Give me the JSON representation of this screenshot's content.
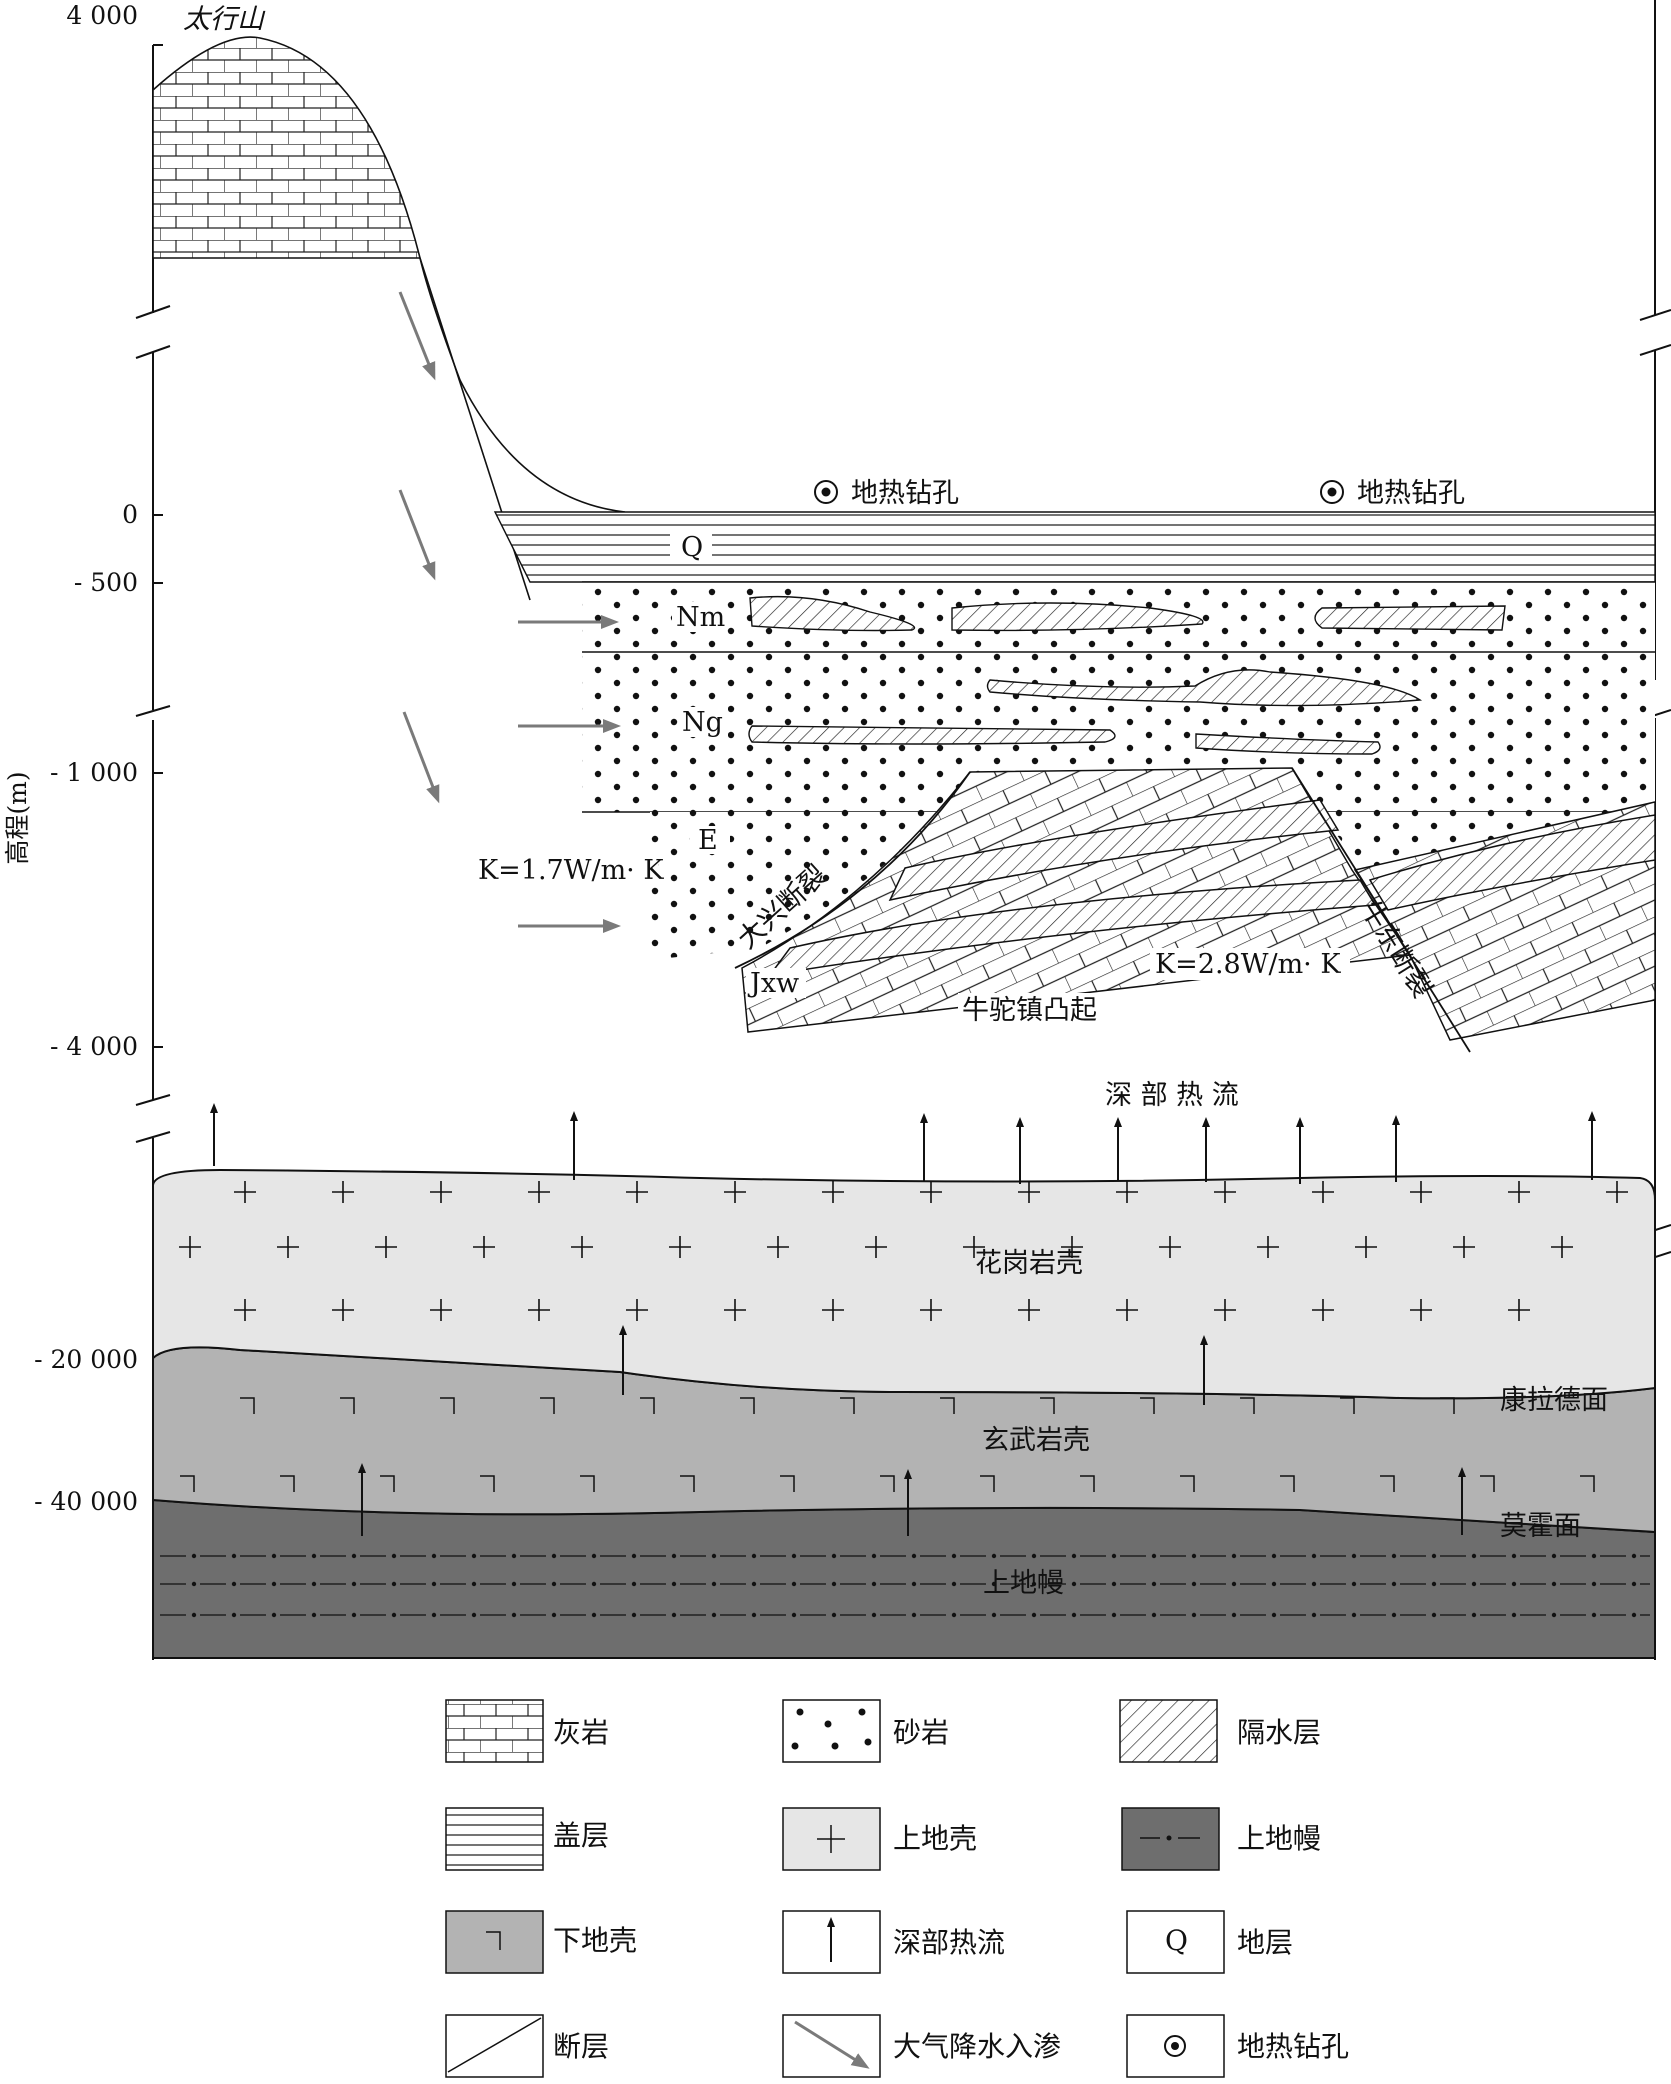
{
  "axis": {
    "title": "高程(m)",
    "ticks": [
      "4 000",
      "0",
      "- 500",
      "- 1 000",
      "- 4 000",
      "- 20 000",
      "- 40 000"
    ]
  },
  "labels": {
    "mountain": "太行山",
    "borehole1": "地热钻孔",
    "borehole2": "地热钻孔",
    "layer_q": "Q",
    "layer_nm": "Nm",
    "layer_ng": "Ng",
    "layer_e": "E",
    "layer_jxw": "Jxw",
    "k_left": "K=1.7W/m· K",
    "k_right": "K=2.8W/m· K",
    "daxing_fault": "大兴断裂",
    "niudong_fault": "牛东断裂",
    "uplift": "牛驼镇凸起",
    "deep_heat_flow": "深 部 热 流",
    "granite_crust": "花岗岩壳",
    "basalt_crust": "玄武岩壳",
    "conrad": "康拉德面",
    "moho": "莫霍面",
    "upper_mantle": "上地幔"
  },
  "legend": [
    {
      "key": "limestone",
      "label": "灰岩"
    },
    {
      "key": "sandstone",
      "label": "砂岩"
    },
    {
      "key": "aquiclude",
      "label": "隔水层"
    },
    {
      "key": "caprock",
      "label": "盖层"
    },
    {
      "key": "upper_crust",
      "label": "上地壳"
    },
    {
      "key": "upper_mantle",
      "label": "上地幔"
    },
    {
      "key": "lower_crust",
      "label": "下地壳"
    },
    {
      "key": "heat_flow",
      "label": "深部热流"
    },
    {
      "key": "stratum",
      "label": "地层",
      "symbol": "Q"
    },
    {
      "key": "fault",
      "label": "断层"
    },
    {
      "key": "infiltration",
      "label": "大气降水入渗"
    },
    {
      "key": "borehole",
      "label": "地热钻孔"
    }
  ],
  "colors": {
    "upper_crust": "#e6e6e6",
    "lower_crust": "#b3b3b3",
    "upper_mantle": "#6e6e6e",
    "infiltration_arrow": "#7a7a7a",
    "ink": "#111111"
  }
}
